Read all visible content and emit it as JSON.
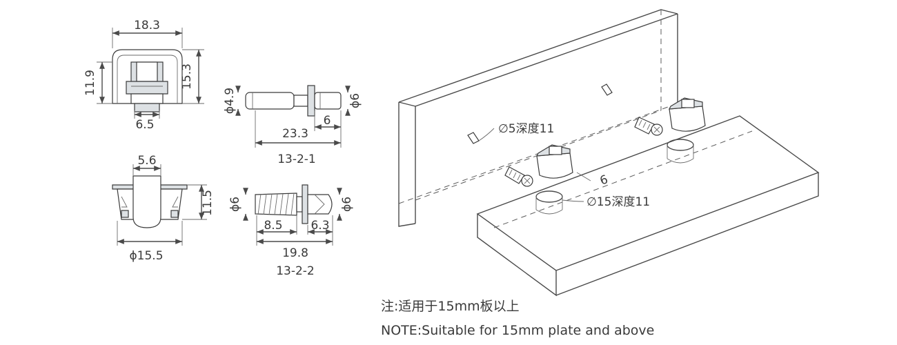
{
  "views": {
    "cam_top": {
      "width": "18.3",
      "height_left": "11.9",
      "height_right": "15.3",
      "bottom": "6.5"
    },
    "bolt_1": {
      "dia_left": "ϕ4.9",
      "dia_right": "ϕ6",
      "short": "6",
      "length": "23.3",
      "code": "13-2-1"
    },
    "cam_side": {
      "top": "5.6",
      "height": "11.5",
      "diameter": "ϕ15.5"
    },
    "bolt_2": {
      "dia_left": "ϕ6",
      "dia_right": "ϕ6",
      "thread": "8.5",
      "head": "6.3",
      "length": "19.8",
      "code": "13-2-2"
    }
  },
  "assembly": {
    "hole_small": "∅5深度11",
    "edge_offset": "6",
    "hole_large": "∅15深度11"
  },
  "notes": {
    "cn": "注:适用于15mm板以上",
    "en": "NOTE:Suitable for 15mm plate and above"
  }
}
